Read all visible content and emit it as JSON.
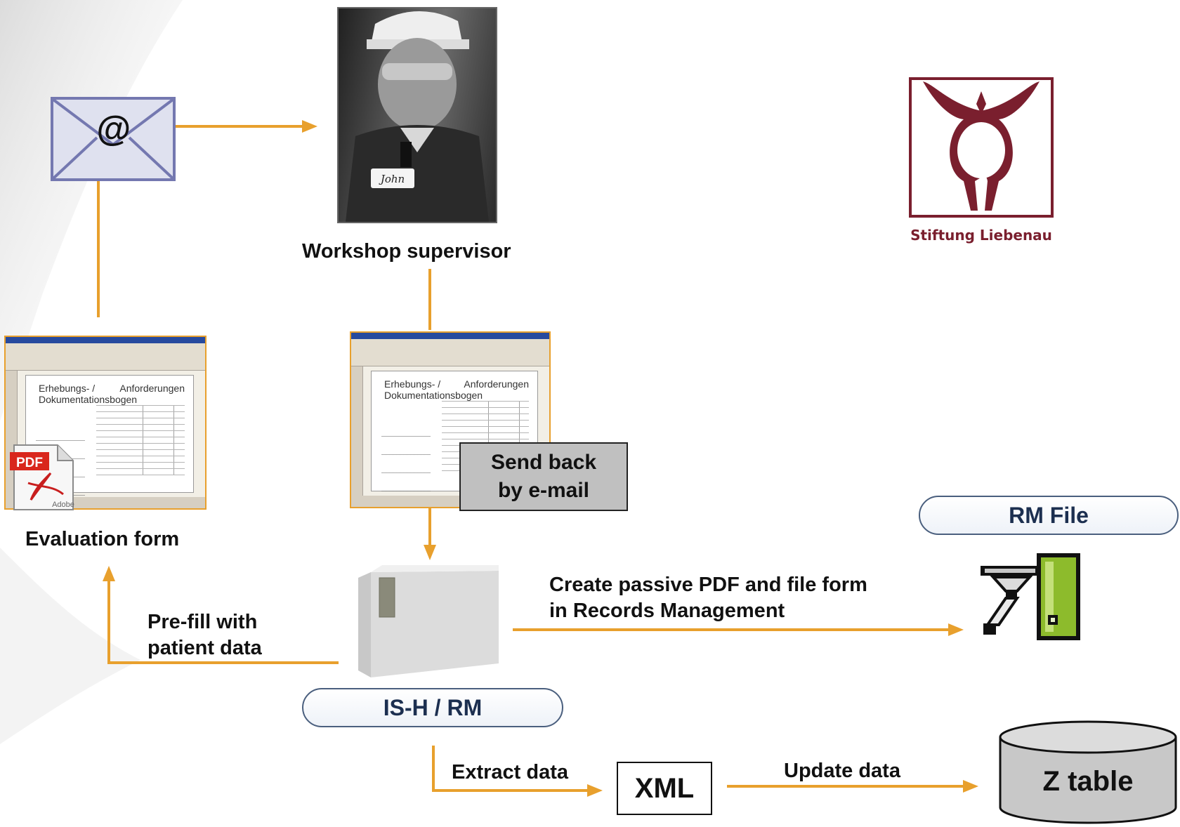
{
  "labels": {
    "workshop_supervisor": "Workshop supervisor",
    "evaluation_form": "Evaluation form",
    "send_back": "Send back\nby e-mail",
    "prefill": "Pre-fill with\npatient data",
    "create_pdf": "Create passive PDF and file form\nin Records Management",
    "extract_data": "Extract data",
    "update_data": "Update data"
  },
  "nodes": {
    "rm_file": "RM File",
    "ish_rm": "IS-H / RM",
    "xml": "XML",
    "z_table": "Z table"
  },
  "email_icon": {
    "symbol": "@"
  },
  "pdf_icon": {
    "badge": "PDF",
    "maker": "Adobe"
  },
  "supervisor_photo": {
    "name_tag": "John"
  },
  "form_document": {
    "title": "Erhebungs- / Dokumentationsbogen",
    "right_title": "Anforderungen"
  },
  "logo": {
    "text": "Stiftung Liebenau",
    "color": "#7a1f2e"
  },
  "colors": {
    "arrow": "#e8a02d",
    "pill_text": "#1c2f50",
    "envelope_fill": "#dfe1ef",
    "envelope_border": "#7478b0"
  }
}
